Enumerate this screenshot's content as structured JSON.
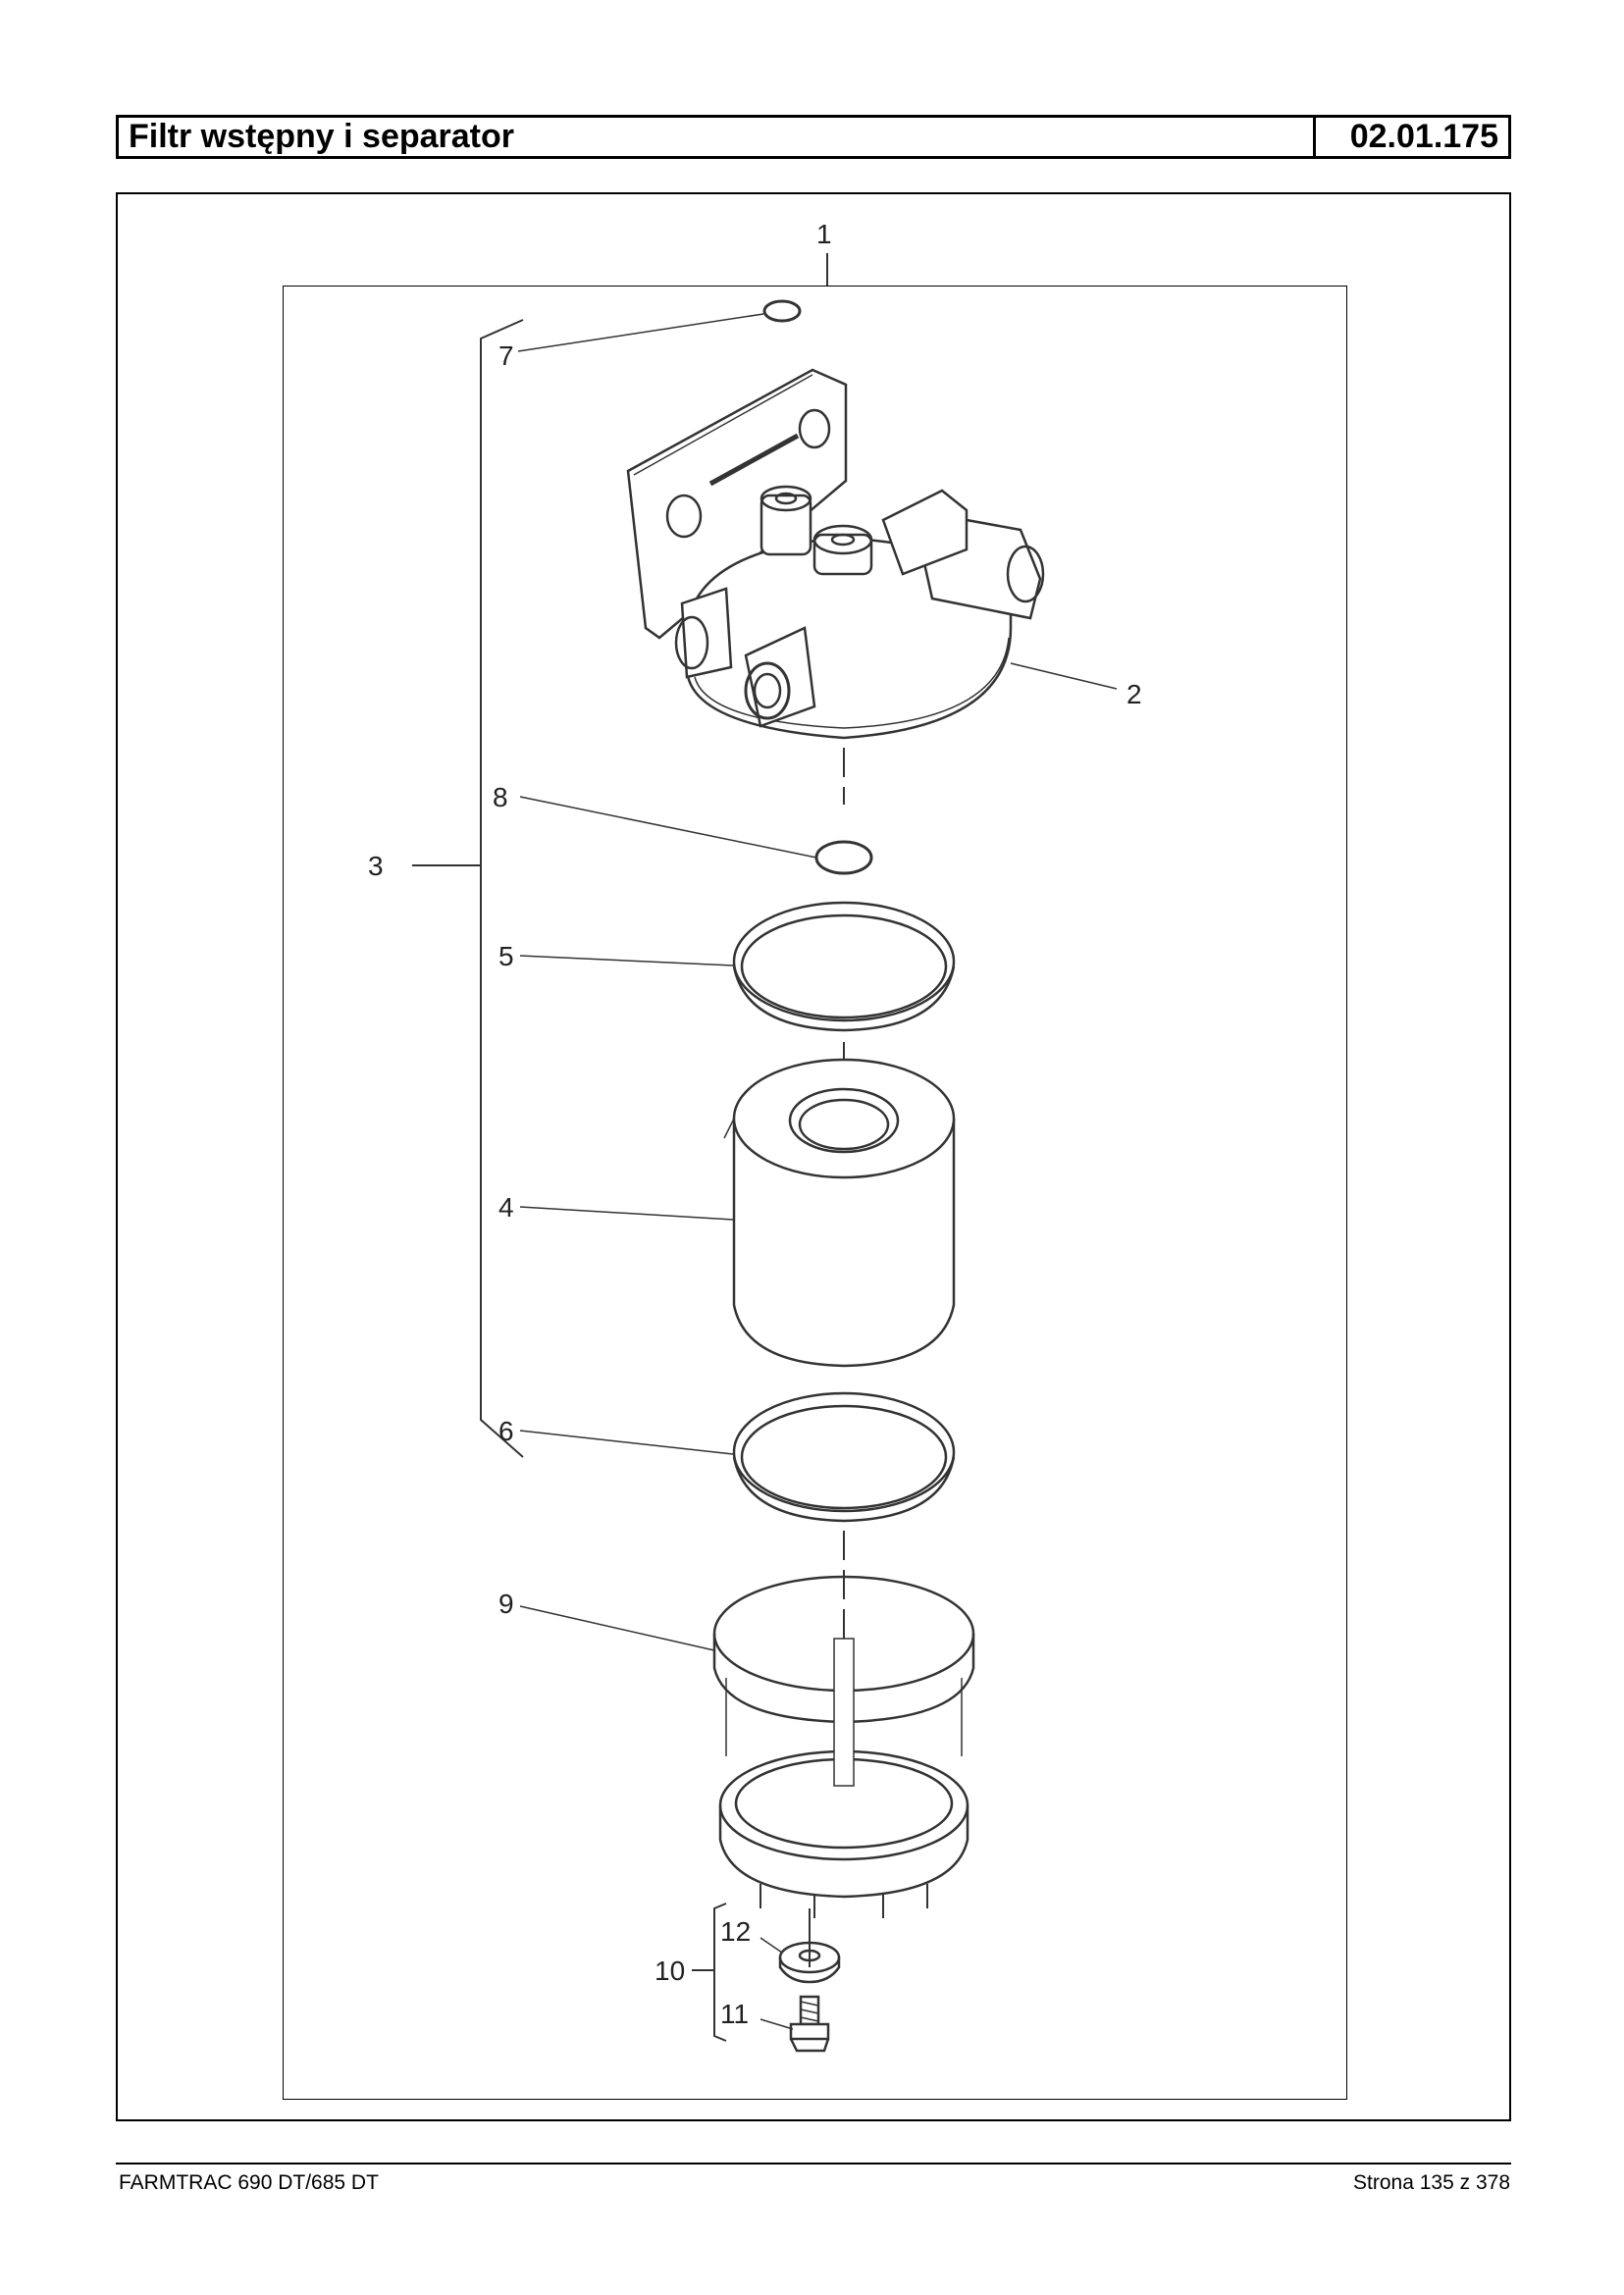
{
  "header": {
    "title": "Filtr wstępny i separator",
    "code": "02.01.175"
  },
  "callouts": [
    "1",
    "2",
    "3",
    "4",
    "5",
    "6",
    "7",
    "8",
    "9",
    "10",
    "11",
    "12"
  ],
  "footer": {
    "model": "FARMTRAC 690 DT/685 DT",
    "page": "Strona 135 z 378"
  }
}
